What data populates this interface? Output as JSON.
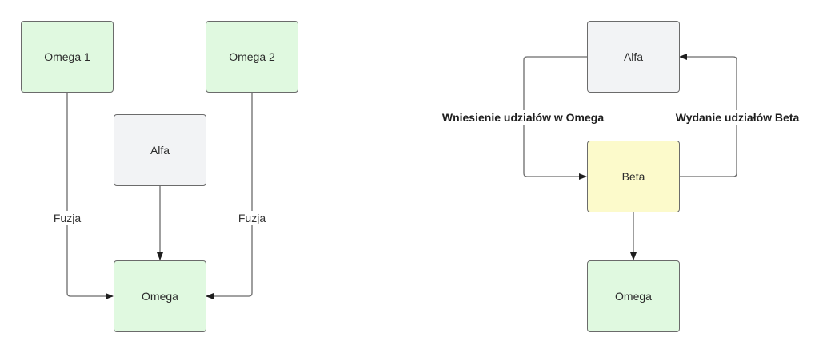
{
  "colors": {
    "merged_fill": "#e0f9e0",
    "source_fill": "#f2f3f5",
    "beta_fill": "#fcfacb",
    "stroke": "#6b6b6b"
  },
  "left_diagram": {
    "nodes": {
      "omega1": "Omega 1",
      "omega2": "Omega 2",
      "alfa": "Alfa",
      "omega": "Omega"
    },
    "edges": [
      {
        "from": "Omega 1",
        "to": "Omega",
        "label": "Fuzja"
      },
      {
        "from": "Omega 2",
        "to": "Omega",
        "label": "Fuzja"
      },
      {
        "from": "Alfa",
        "to": "Omega",
        "label": ""
      }
    ]
  },
  "right_diagram": {
    "nodes": {
      "alfa": "Alfa",
      "beta": "Beta",
      "omega": "Omega"
    },
    "edges": [
      {
        "from": "Alfa",
        "to": "Beta",
        "label": "Wniesienie udziałów w Omega"
      },
      {
        "from": "Beta",
        "to": "Alfa",
        "label": "Wydanie udziałów Beta"
      },
      {
        "from": "Beta",
        "to": "Omega",
        "label": ""
      }
    ]
  }
}
